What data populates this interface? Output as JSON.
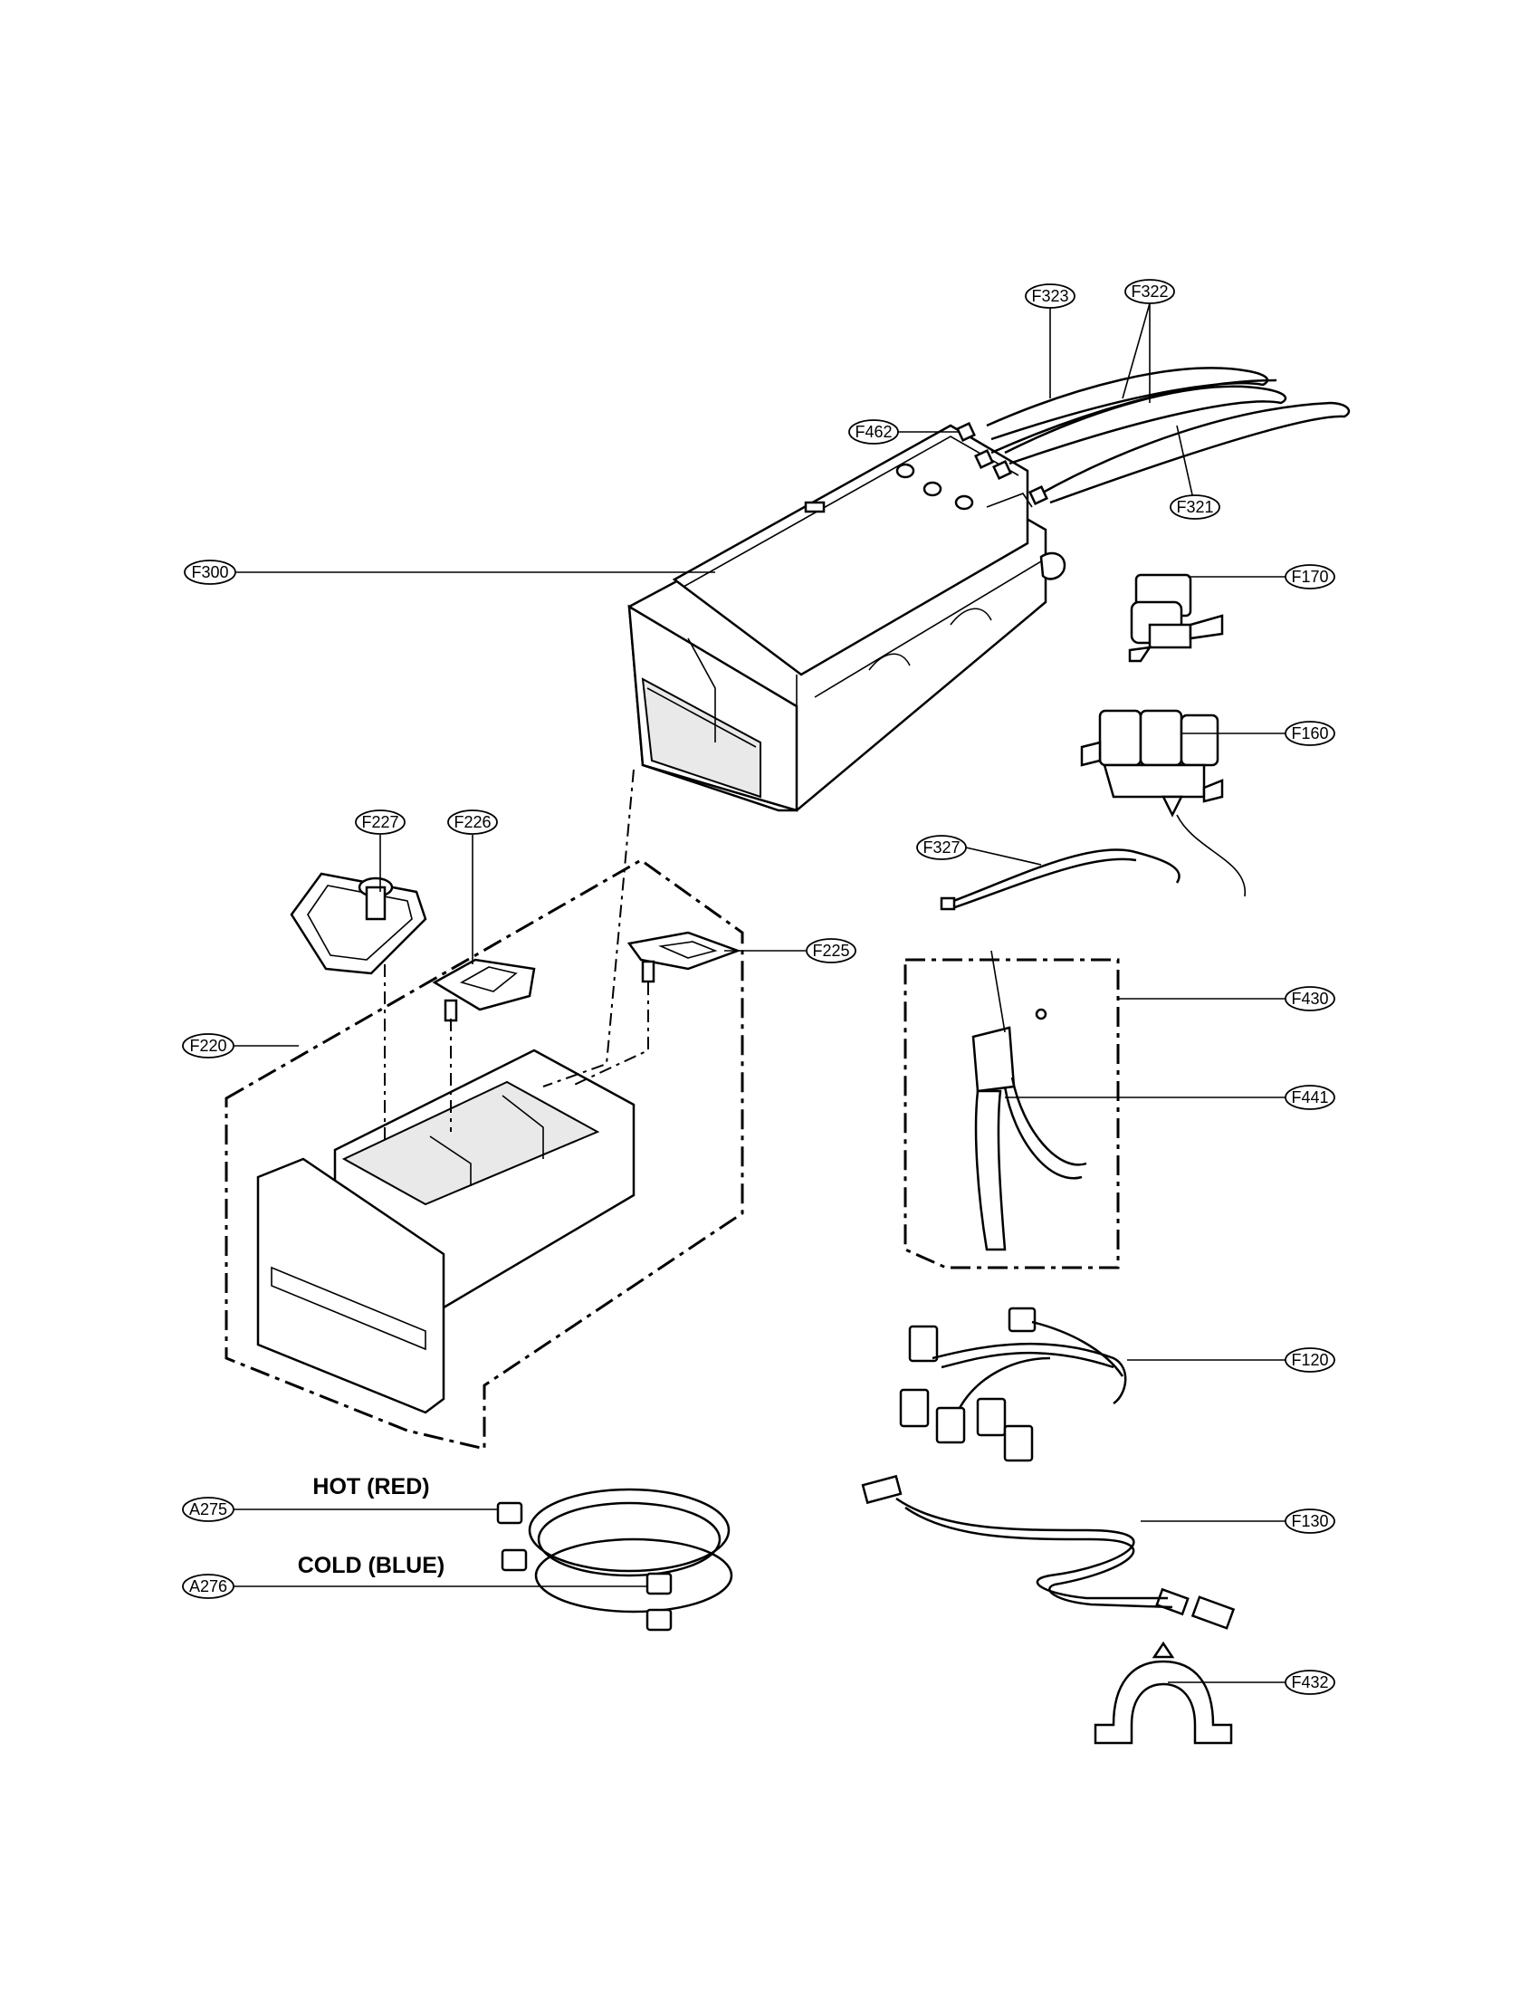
{
  "callouts": {
    "F323": "F323",
    "F322": "F322",
    "F462": "F462",
    "F321": "F321",
    "F300": "F300",
    "F170": "F170",
    "F160": "F160",
    "F327": "F327",
    "F227": "F227",
    "F226": "F226",
    "F225": "F225",
    "F220": "F220",
    "F430": "F430",
    "F441": "F441",
    "F120": "F120",
    "F130": "F130",
    "A275": "A275",
    "A276": "A276",
    "F432": "F432"
  },
  "notes": {
    "hot": "HOT (RED)",
    "cold": "COLD (BLUE)"
  }
}
